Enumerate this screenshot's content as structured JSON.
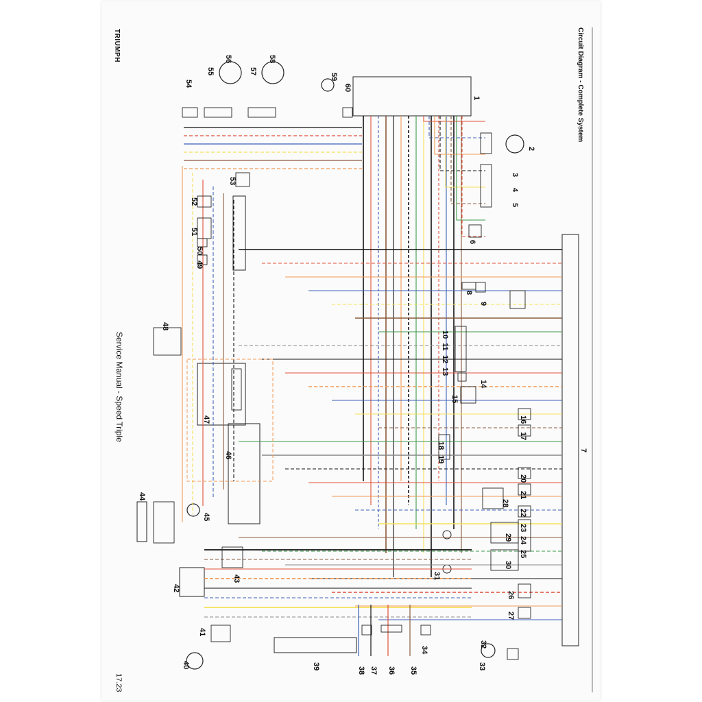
{
  "header": {
    "brand": "TRIUMPH",
    "title": "Circuit Diagram - Complete System",
    "footer_left": "Service Manual - Speed Triple",
    "page_number": "17.23"
  },
  "components": [
    "1",
    "2",
    "3",
    "4",
    "5",
    "6",
    "7",
    "8",
    "9",
    "10",
    "11",
    "12",
    "13",
    "14",
    "15",
    "16",
    "17",
    "18",
    "19",
    "20",
    "21",
    "22",
    "23",
    "24",
    "25",
    "26",
    "27",
    "28",
    "29",
    "30",
    "31",
    "32",
    "33",
    "34",
    "35",
    "36",
    "37",
    "38",
    "39",
    "40",
    "41",
    "42",
    "43",
    "44",
    "45",
    "46",
    "47",
    "48",
    "49",
    "50",
    "51",
    "52",
    "53",
    "54",
    "55",
    "56",
    "57",
    "58",
    "59",
    "60"
  ],
  "colors": {
    "black": "#111111",
    "red": "#e0503a",
    "orange": "#f29a55",
    "yellow": "#f4e15a",
    "blue": "#3b5fb8",
    "green": "#3e9a4a",
    "brown": "#8a5a3c",
    "grey": "#888888"
  }
}
